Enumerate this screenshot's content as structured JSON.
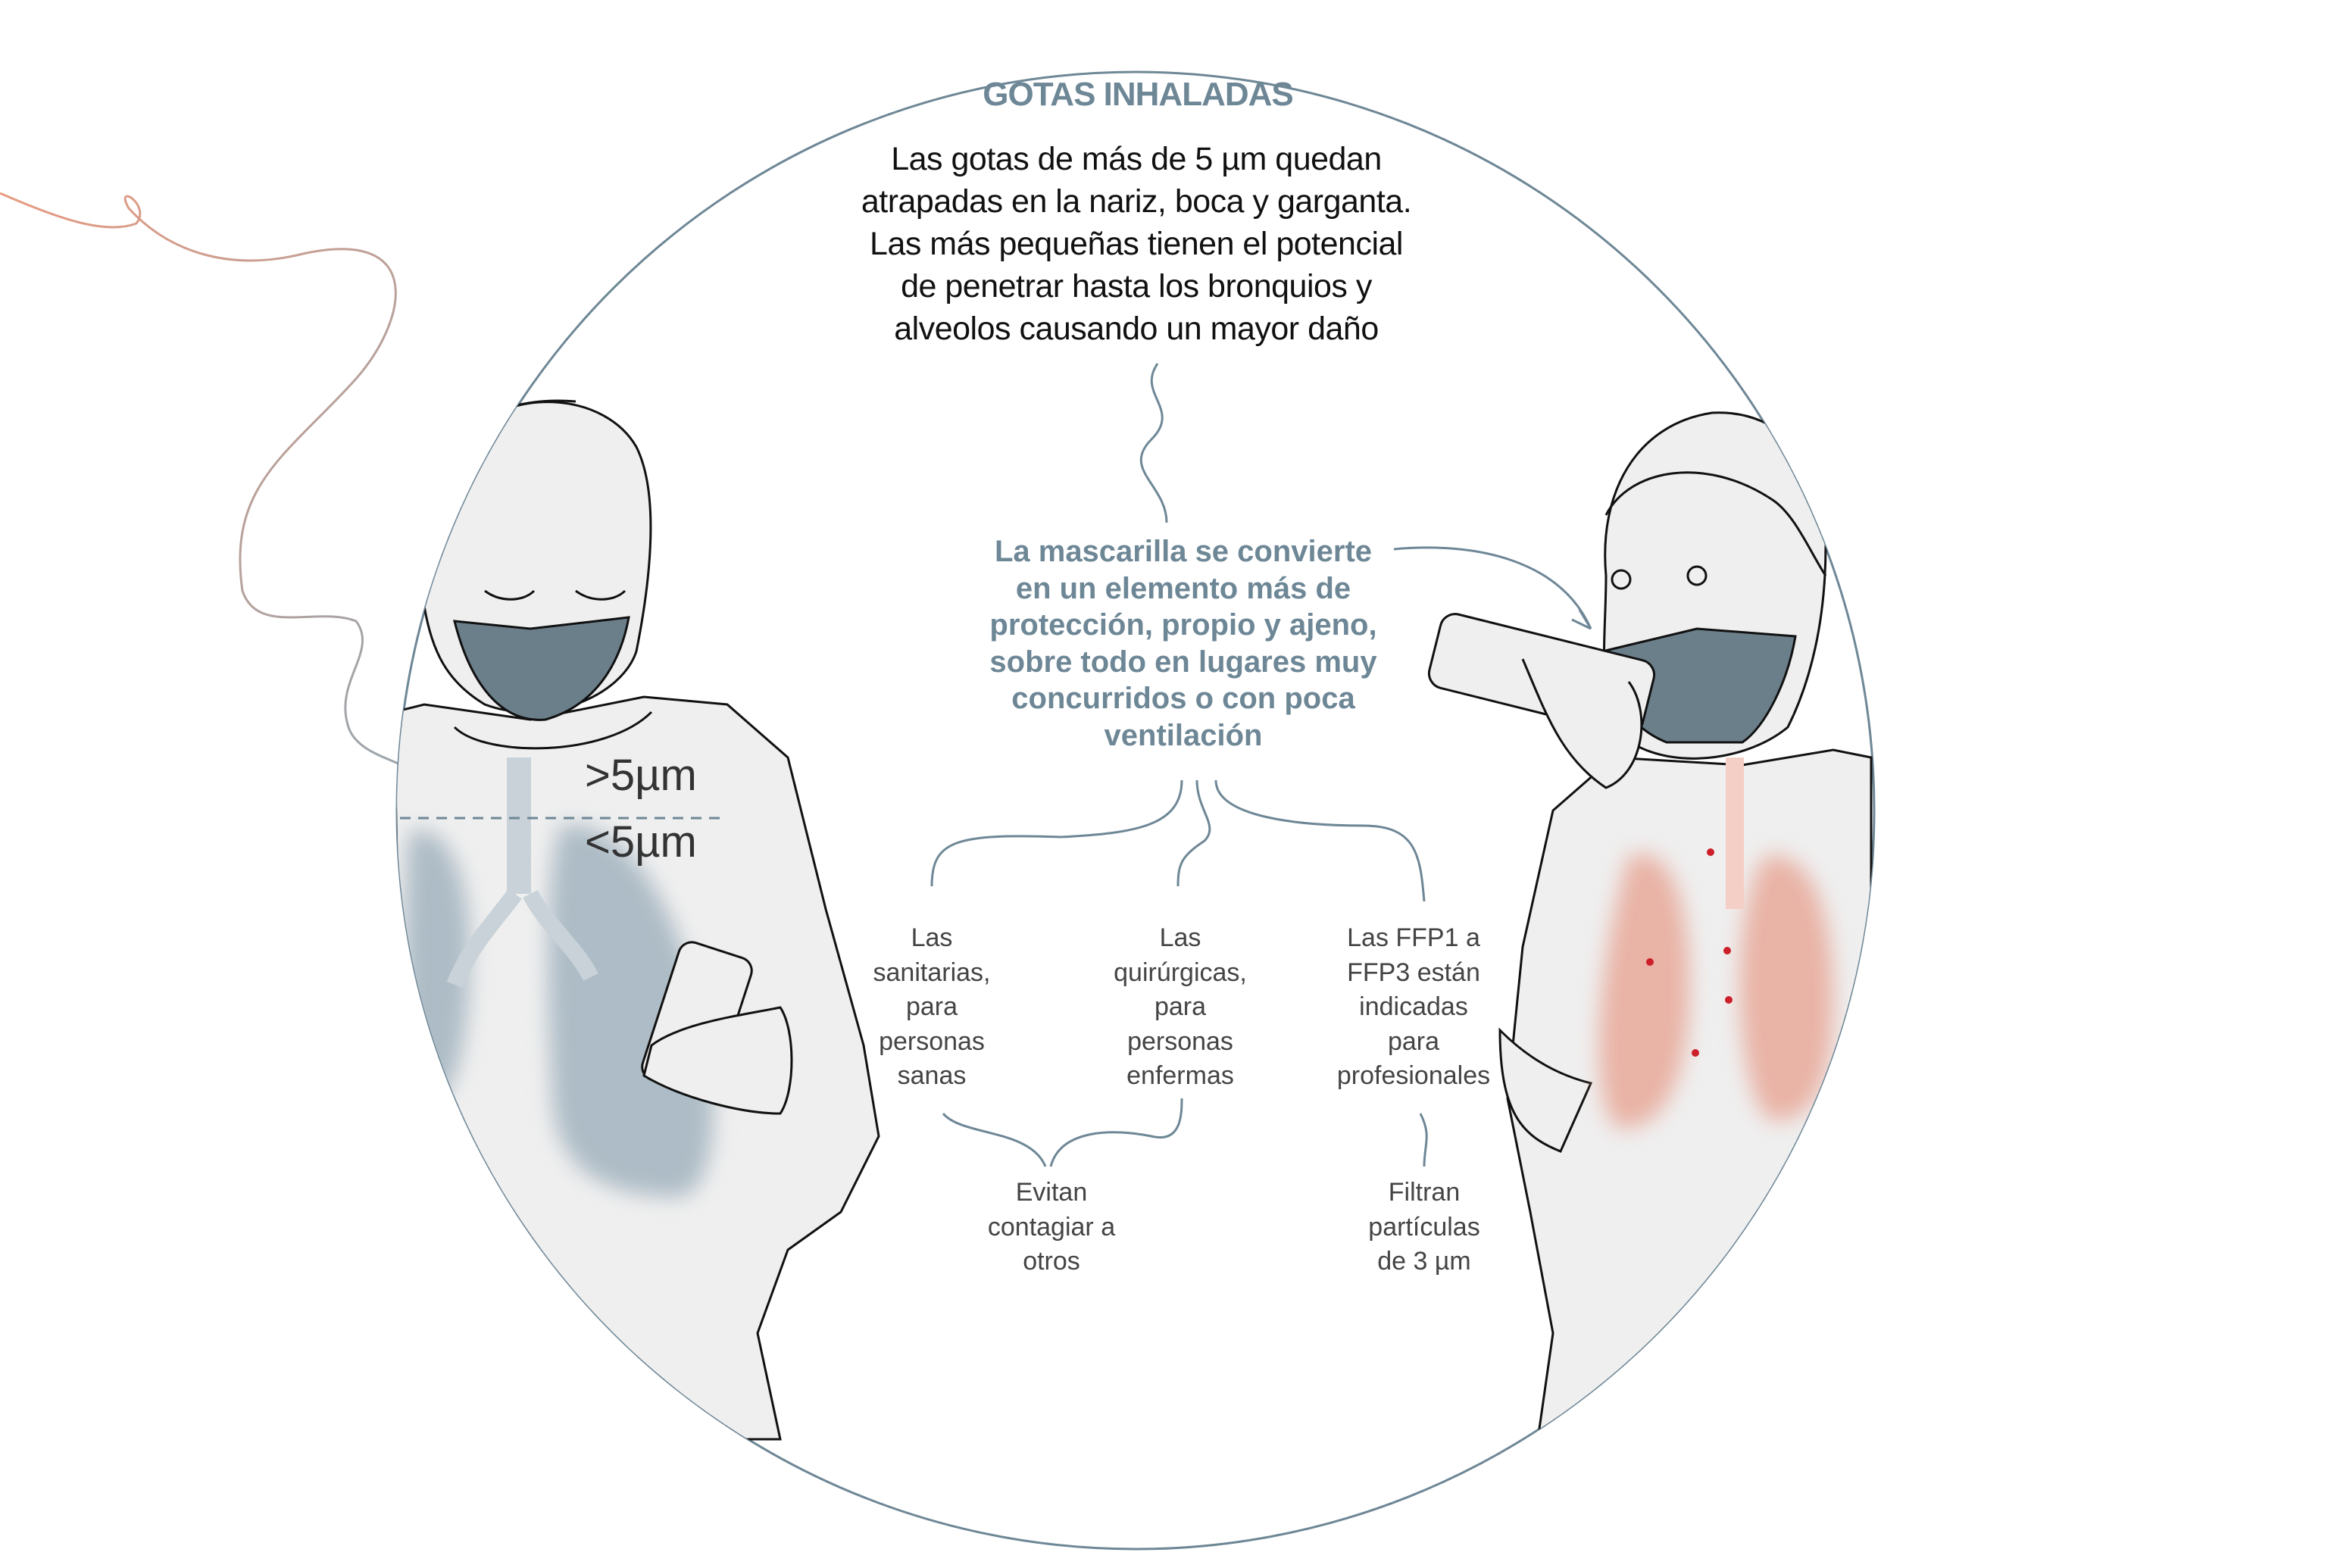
{
  "title": "GOTAS INHALADAS",
  "intro": "Las gotas de más de 5 µm quedan\natrapadas en la nariz, boca y garganta.\nLas más pequeñas tienen el potencial\nde penetrar hasta los bronquios y\nalveolos causando un mayor daño",
  "lead": "La mascarilla se convierte\nen un elemento más de\nprotección, propio y ajeno,\nsobre todo en lugares muy\nconcurridos o con poca\nventilación",
  "size_labels": {
    "above": ">5µm",
    "below": "<5µm"
  },
  "mask_types": [
    {
      "label": "Las\nsanitarias,\npara\npersonas\nsanas"
    },
    {
      "label": "Las\nquirúrgicas,\npara\npersonas\nenfermas"
    },
    {
      "label": "Las FFP1 a\nFFP3 están\nindicadas\npara\nprofesionales"
    }
  ],
  "effects": [
    {
      "label": "Evitan\ncontagiar a\notros"
    },
    {
      "label": "Filtran\npartículas\nde 3 µm"
    }
  ],
  "colors": {
    "accent": "#6e8796",
    "mask": "#6b7f8b",
    "lungs_left": "#adbcc6",
    "lungs_right": "#e9b3a6",
    "skin": "#efefef",
    "trail": "#e0a48f"
  }
}
